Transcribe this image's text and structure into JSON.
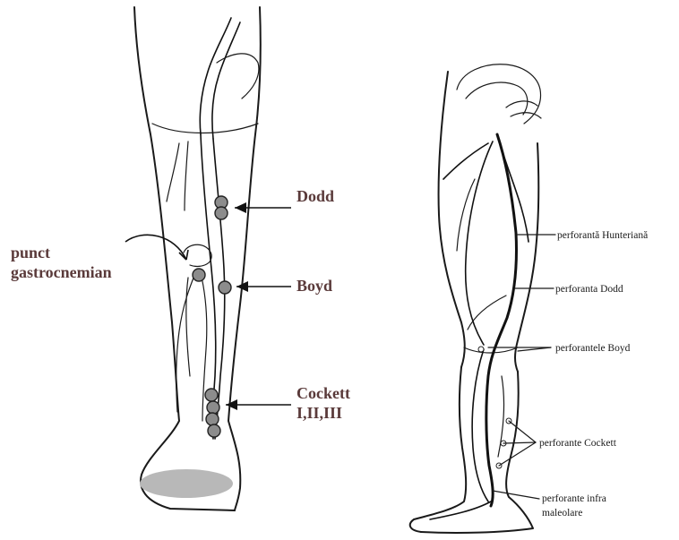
{
  "left_figure": {
    "labels": {
      "dodd": "Dodd",
      "punct_line1": "punct",
      "punct_line2": "gastrocnemian",
      "boyd": "Boyd",
      "cockett_line1": "Cockett",
      "cockett_line2": "I,II,III"
    }
  },
  "right_figure": {
    "labels": {
      "hunteriana": "perforantă Hunteriană",
      "dodd": "perforanta Dodd",
      "boyd": "perforantele Boyd",
      "cockett": "perforante Cockett",
      "infra_line1": "perforante infra",
      "infra_line2": "maleolare"
    }
  },
  "colors": {
    "left_label_color": "#5a3a3a",
    "right_label_color": "#1a1a1a",
    "perforator_fill": "#8c8c8c"
  }
}
